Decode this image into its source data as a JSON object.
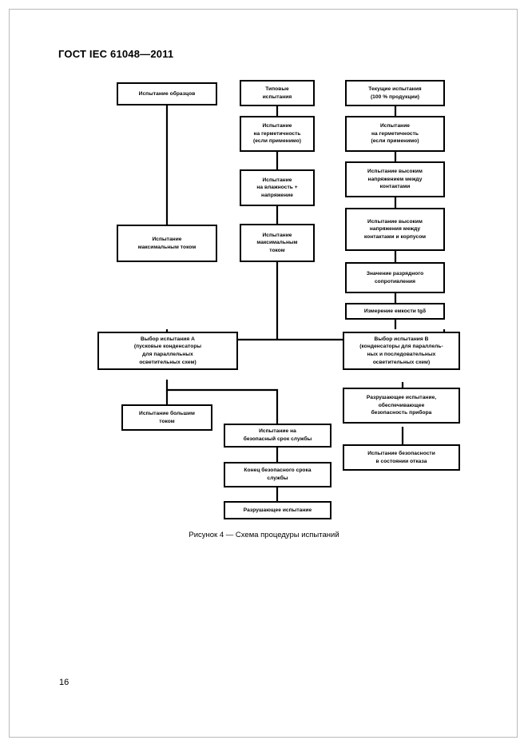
{
  "document": {
    "header": "ГОСТ IEC 61048—2011",
    "page_number": "16",
    "figure_caption": "Рисунок  4 — Схема процедуры испытаний"
  },
  "colors": {
    "ink": "#000000",
    "paper": "#ffffff",
    "page_border": "#b9b9b9"
  },
  "flowchart": {
    "title": "Схема процедуры испытаний",
    "nodes": [
      {
        "id": "sample_test",
        "label": "Испытание образцов"
      },
      {
        "id": "type_tests",
        "label": "Типовые\nиспытания"
      },
      {
        "id": "routine_tests",
        "label": "Текущие испытания\n(100 % продукции)"
      },
      {
        "id": "tightness_type",
        "label": "Испытание\nна герметичность\n(если применимо)"
      },
      {
        "id": "tightness_routine",
        "label": "Испытание\nна герметичность\n(если применимо)"
      },
      {
        "id": "humidity_voltage",
        "label": "Испытание\nна  влажность +\nнапряжение"
      },
      {
        "id": "hv_contacts",
        "label": "Испытание высоким\nнапряжением между\nконтактами"
      },
      {
        "id": "max_current_left",
        "label": "Испытание\nмаксимальным током"
      },
      {
        "id": "max_current_mid",
        "label": "Испытание\nмаксимальным\nтоком"
      },
      {
        "id": "hv_contacts_case",
        "label": "Испытание высоким\nнапряжения между\nконтактами и корпусом"
      },
      {
        "id": "discharge_resistor",
        "label": "Значение разрядного\nсопротивления"
      },
      {
        "id": "capacitance_tgd",
        "label": "Измерение емкости tgδ"
      },
      {
        "id": "choice_a",
        "label": "Выбор испытания A\n(пусковые конденсаторы\nдля параллельных\nосветительных схем)"
      },
      {
        "id": "choice_b",
        "label": "Выбор испытания B\n(конденсаторы для параллель-\nных и последовательных\nосветительных схем)"
      },
      {
        "id": "high_current",
        "label": "Испытание большим\nтоком"
      },
      {
        "id": "safe_life",
        "label": "Испытание на\nбезопасный срок службы"
      },
      {
        "id": "destructive_safety",
        "label": "Разрушающее испытание,\nобеспечивающее\nбезопасность прибора"
      },
      {
        "id": "end_safe_life",
        "label": "Конец безопасного срока\nслужбы"
      },
      {
        "id": "failure_safety",
        "label": "Испытание безопасности\nв состоянии отказа"
      },
      {
        "id": "destructive_test",
        "label": "Разрушающее испытание"
      }
    ]
  }
}
